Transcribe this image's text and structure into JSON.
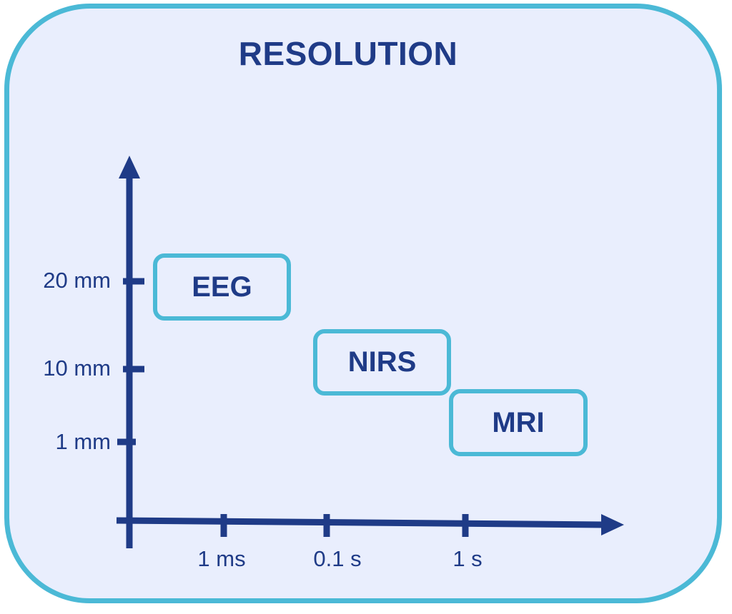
{
  "title": "RESOLUTION",
  "y_ticks": [
    "20 mm",
    "10 mm",
    "1 mm"
  ],
  "x_ticks": [
    "1 ms",
    "0.1 s",
    "1 s"
  ],
  "modalities": [
    "EEG",
    "NIRS",
    "MRI"
  ],
  "colors": {
    "axis": "#1f3b87",
    "border": "#4bb9d6",
    "background": "#e9eefd",
    "text": "#1f3b87"
  }
}
